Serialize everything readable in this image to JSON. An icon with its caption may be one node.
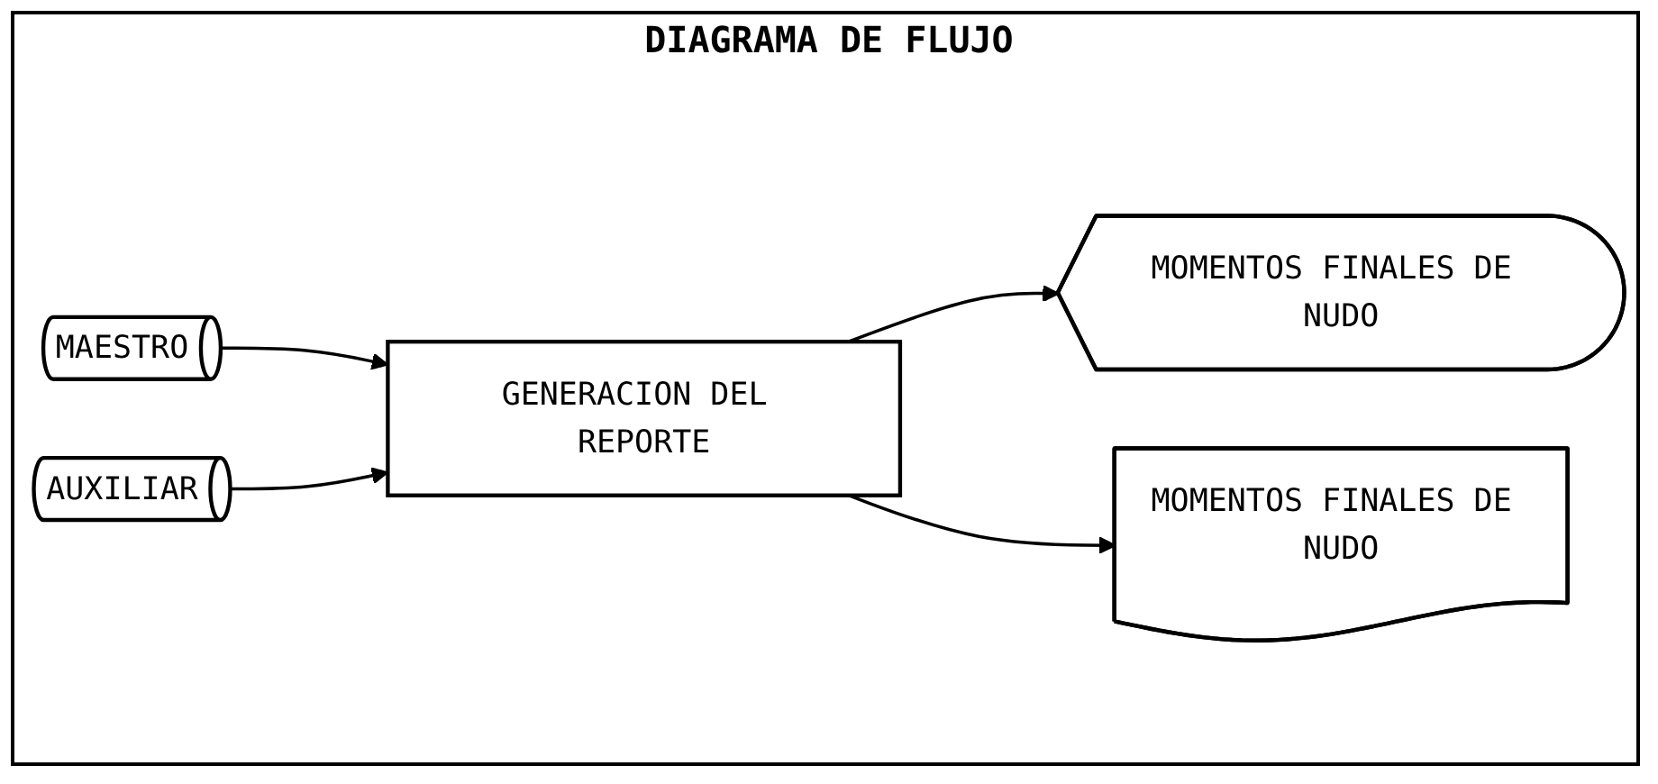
{
  "diagram": {
    "title": "DIAGRAMA DE FLUJO",
    "nodes": [
      {
        "text": [
          "MAESTRO"
        ]
      },
      {
        "text": [
          "AUXILIAR"
        ]
      },
      {
        "text": [
          "GENERACION DEL REPORTE"
        ]
      },
      {
        "text": [
          "MOMENTOS FINALES DE NUDO"
        ]
      },
      {
        "text": [
          "MOMENTOS FINALES DE NUDO"
        ]
      }
    ],
    "edges": [
      {
        "from": 0,
        "to": 2,
        "arrow": "to"
      },
      {
        "from": 1,
        "to": 2,
        "arrow": "to"
      },
      {
        "from": 2,
        "to": 3,
        "arrow": "to"
      },
      {
        "from": 2,
        "to": 4,
        "arrow": "to"
      }
    ]
  }
}
